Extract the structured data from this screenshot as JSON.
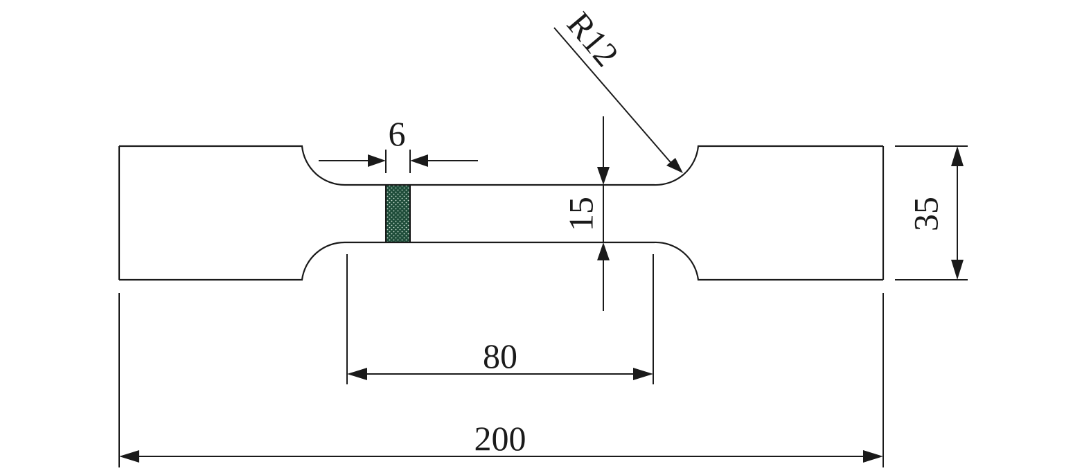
{
  "diagram": {
    "labels": {
      "radius": "R12",
      "weld_width": "6",
      "gauge_width": "15",
      "grip_width": "35",
      "gauge_length": "80",
      "total_length": "200"
    },
    "colors": {
      "outline": "#1a1a1a",
      "weld_fill": "#1f4d3a",
      "weld_dots": "#cfe3d6"
    }
  }
}
